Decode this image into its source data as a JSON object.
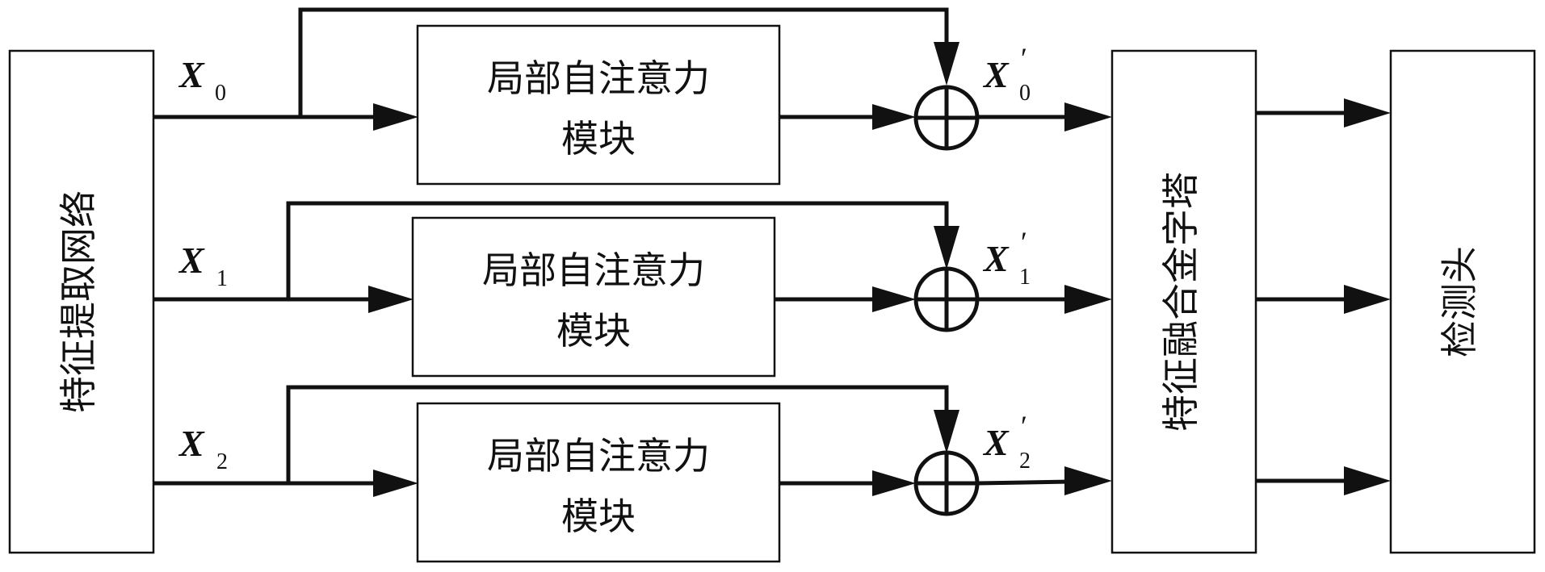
{
  "blocks": {
    "extractor": "特征提取网络",
    "attention": [
      "局部自注意力",
      "模块"
    ],
    "fpn": "特征融合金字塔",
    "head": "检测头"
  },
  "branches": [
    {
      "var": "X",
      "sub": "0",
      "out_prime": "′"
    },
    {
      "var": "X",
      "sub": "1",
      "out_prime": "′"
    },
    {
      "var": "X",
      "sub": "2",
      "out_prime": "′"
    }
  ]
}
